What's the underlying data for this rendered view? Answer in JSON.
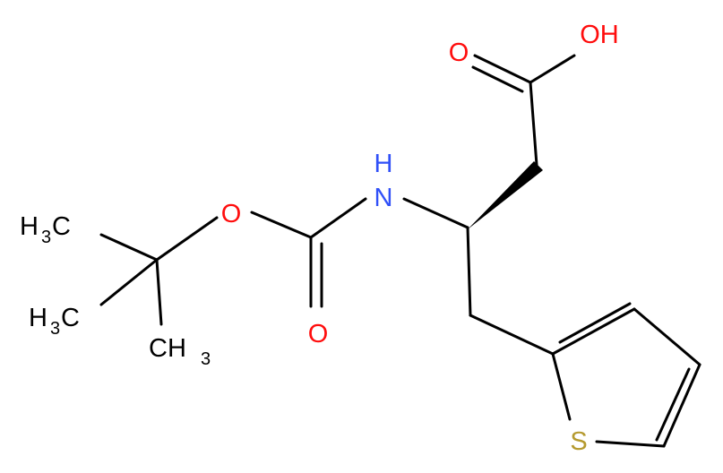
{
  "atoms": {
    "o_carbonyl_acid": "O",
    "hydroxyl": "OH",
    "nh": "H",
    "nh_n": "N",
    "o_ester": "O",
    "o_carbonyl_boc": "O",
    "methyl_top": {
      "h": "H",
      "sub": "3",
      "c": "C"
    },
    "methyl_mid": {
      "h": "H",
      "sub": "3",
      "c": "C"
    },
    "methyl_bot": {
      "c": "CH",
      "sub": "3"
    },
    "sulfur": "S"
  },
  "colors": {
    "bond": "#000000",
    "oxygen": "#ff0d0d",
    "nitrogen": "#3050f8",
    "sulfur": "#b59a2f",
    "carbon_label": "#000000"
  }
}
